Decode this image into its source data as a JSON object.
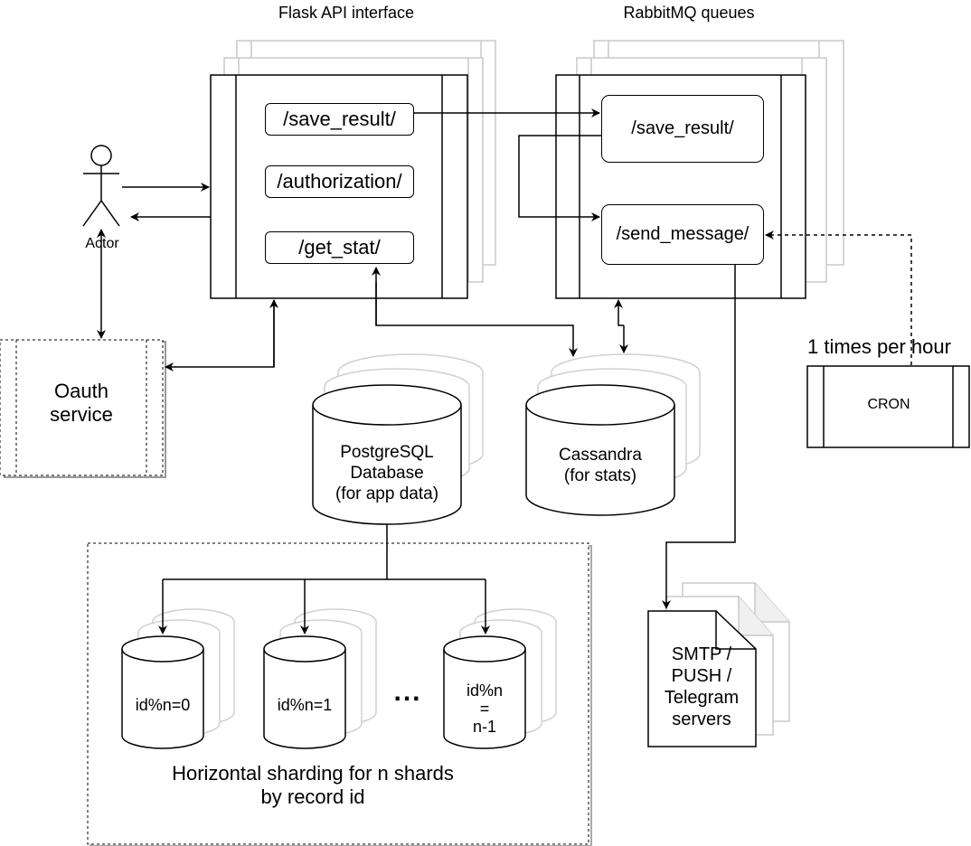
{
  "flask": {
    "title": "Flask API interface",
    "routes": [
      "/save_result/",
      "/authorization/",
      "/get_stat/"
    ]
  },
  "rabbit": {
    "title": "RabbitMQ queues",
    "queues": [
      "/save_result/",
      "/send_message/"
    ]
  },
  "actor": {
    "label": "Actor"
  },
  "oauth": {
    "label": "Oauth\nservice"
  },
  "postgres": {
    "label": "PostgreSQL\nDatabase\n(for app data)"
  },
  "cassandra": {
    "label": "Cassandra\n(for stats)"
  },
  "cron": {
    "label": "CRON",
    "schedule": "1 times per hour"
  },
  "notifications": {
    "label": "SMTP /\nPUSH /\nTelegram\nservers"
  },
  "shards": {
    "labels": [
      "id%n=0",
      "id%n=1",
      "id%n\n=\nn-1"
    ],
    "ellipsis": "...",
    "caption": "Horizontal sharding for n shards\nby record id"
  }
}
